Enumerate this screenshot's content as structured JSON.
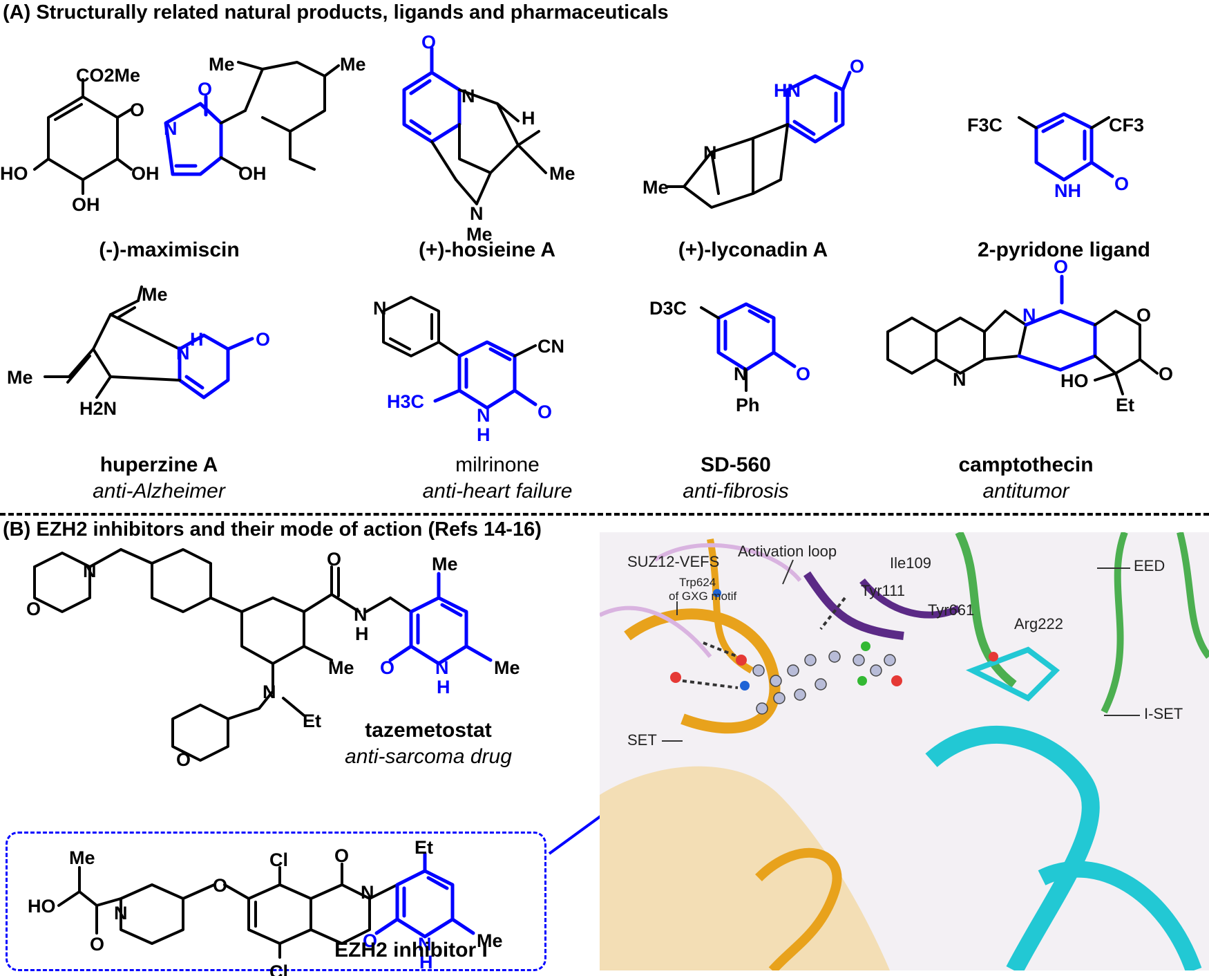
{
  "panel_a": {
    "title": "(A) Structurally related natural products, ligands and pharmaceuticals",
    "compounds": [
      {
        "name": "(-)-maximiscin"
      },
      {
        "name": "(+)-hosieine A"
      },
      {
        "name": "(+)-lyconadin A"
      },
      {
        "name": "2-pyridone ligand"
      },
      {
        "name": "huperzine A",
        "activity": "anti-Alzheimer"
      },
      {
        "name": "milrinone",
        "activity": "anti-heart failure"
      },
      {
        "name": "SD-560",
        "activity": "anti-fibrosis"
      },
      {
        "name": "camptothecin",
        "activity": "antitumor"
      }
    ]
  },
  "panel_b": {
    "title": "(B) EZH2 inhibitors and their mode of action (Refs 14-16)",
    "tazemetostat": {
      "name": "tazemetostat",
      "activity": "anti-sarcoma drug"
    },
    "inhibitor": {
      "name": "EZH2 inhibitor I"
    },
    "structure_labels": {
      "activation_loop": "Activation loop",
      "suz12": "SUZ12-VEFS",
      "trp": "Trp624",
      "gxg": "of GXG motif",
      "ile": "Ile109",
      "tyr111": "Tyr111",
      "tyr661": "Tyr661",
      "arg": "Arg222",
      "eed": "EED",
      "set": "SET",
      "iset": "I-SET"
    }
  },
  "atoms": {
    "co2me": "CO2Me",
    "me": "Me",
    "o": "O",
    "n": "N",
    "oh": "OH",
    "ho": "HO",
    "h": "H",
    "nh": "NH",
    "hn": "HN",
    "f3c": "F3C",
    "cf3": "CF3",
    "h2n": "H2N",
    "cn": "CN",
    "h3c": "H3C",
    "d3c": "D3C",
    "ph": "Ph",
    "et": "Et",
    "cl": "Cl"
  },
  "colors": {
    "highlight": "#0000ff",
    "set_domain": "#e8a21c",
    "iset_domain": "#22c8d4",
    "eed_domain": "#4caf50",
    "loop": "#5b2a86"
  }
}
